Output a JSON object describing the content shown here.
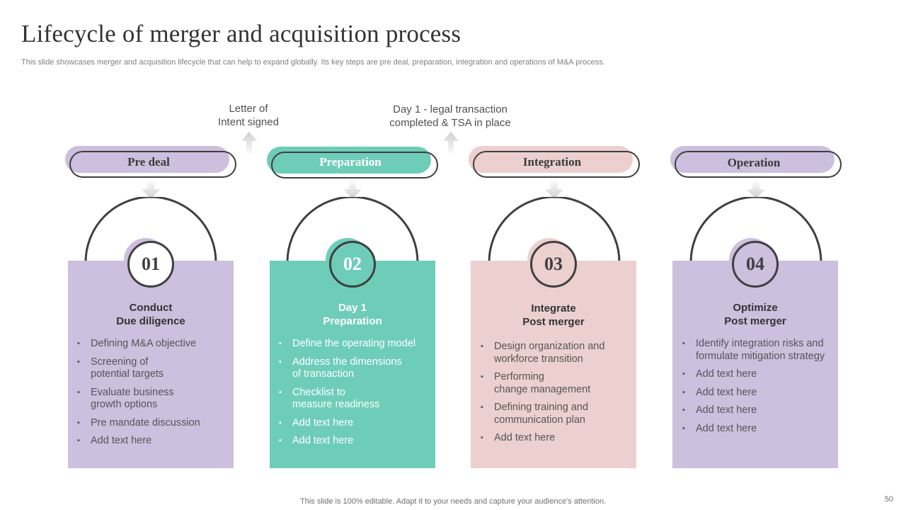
{
  "title": "Lifecycle of merger and acquisition process",
  "subtitle": "This slide showcases merger and acquisition lifecycle that can help to  expand globally. Its key steps are pre deal, preparation, integration and operations of M&A process.",
  "milestones": [
    {
      "text": "Letter of\nIntent  signed"
    },
    {
      "text": "Day 1 - legal transaction\ncompleted & TSA in place"
    }
  ],
  "colors": {
    "purple": "#cdbfde",
    "teal": "#6ecdb8",
    "pink": "#ecd0d0",
    "outline": "#3f3f3f"
  },
  "stages": [
    {
      "label": "Pre deal",
      "number": "01",
      "color": "#cdbfde",
      "title": "Conduct\nDue diligence",
      "items": [
        "Defining M&A objective",
        "Screening of\npotential targets",
        "Evaluate business\ngrowth options",
        "Pre mandate discussion",
        "Add text here"
      ]
    },
    {
      "label": "Preparation",
      "number": "02",
      "color": "#6ecdb8",
      "title": "Day 1\nPreparation",
      "items": [
        "Define the operating model",
        "Address the dimensions\nof transaction",
        "Checklist to\nmeasure readiness",
        "Add text here",
        "Add text here"
      ]
    },
    {
      "label": "Integration",
      "number": "03",
      "color": "#ecd0d0",
      "title": "Integrate\nPost merger",
      "items": [
        "Design organization and\nworkforce transition",
        "Performing\nchange management",
        "Defining training and\ncommunication plan",
        "Add text here"
      ]
    },
    {
      "label": "Operation",
      "number": "04",
      "color": "#cdbfde",
      "title": "Optimize\nPost merger",
      "items": [
        "Identify integration risks and\nformulate mitigation strategy",
        "Add text here",
        "Add text here",
        "Add text here",
        "Add text here"
      ]
    }
  ],
  "footer": "This slide is 100% editable. Adapt it to your needs and capture your audience's attention.",
  "page_number": "50"
}
